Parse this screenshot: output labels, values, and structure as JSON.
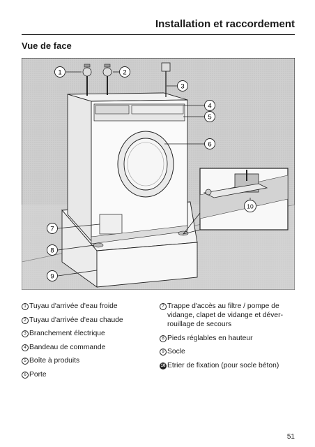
{
  "header": {
    "title": "Installation et raccordement"
  },
  "section": {
    "title": "Vue de face"
  },
  "figure": {
    "callouts": [
      "1",
      "2",
      "3",
      "4",
      "5",
      "6",
      "7",
      "8",
      "9",
      "10"
    ]
  },
  "legend": {
    "left": [
      {
        "num": "1",
        "text": "Tuyau d'arrivée d'eau froide"
      },
      {
        "num": "2",
        "text": "Tuyau d'arrivée d'eau chaude"
      },
      {
        "num": "3",
        "text": "Branchement électrique"
      },
      {
        "num": "4",
        "text": "Bandeau de commande"
      },
      {
        "num": "5",
        "text": "Boîte à produits"
      },
      {
        "num": "6",
        "text": "Porte"
      }
    ],
    "right": [
      {
        "num": "7",
        "text": "Trappe d'accès au filtre / pompe de vidange, clapet de vidange et déver-rouillage de secours"
      },
      {
        "num": "8",
        "text": "Pieds réglables en hauteur"
      },
      {
        "num": "9",
        "text": "Socle"
      },
      {
        "num": "10",
        "text": "Etrier de fixation (pour socle béton)"
      }
    ]
  },
  "page": {
    "number": "51"
  }
}
